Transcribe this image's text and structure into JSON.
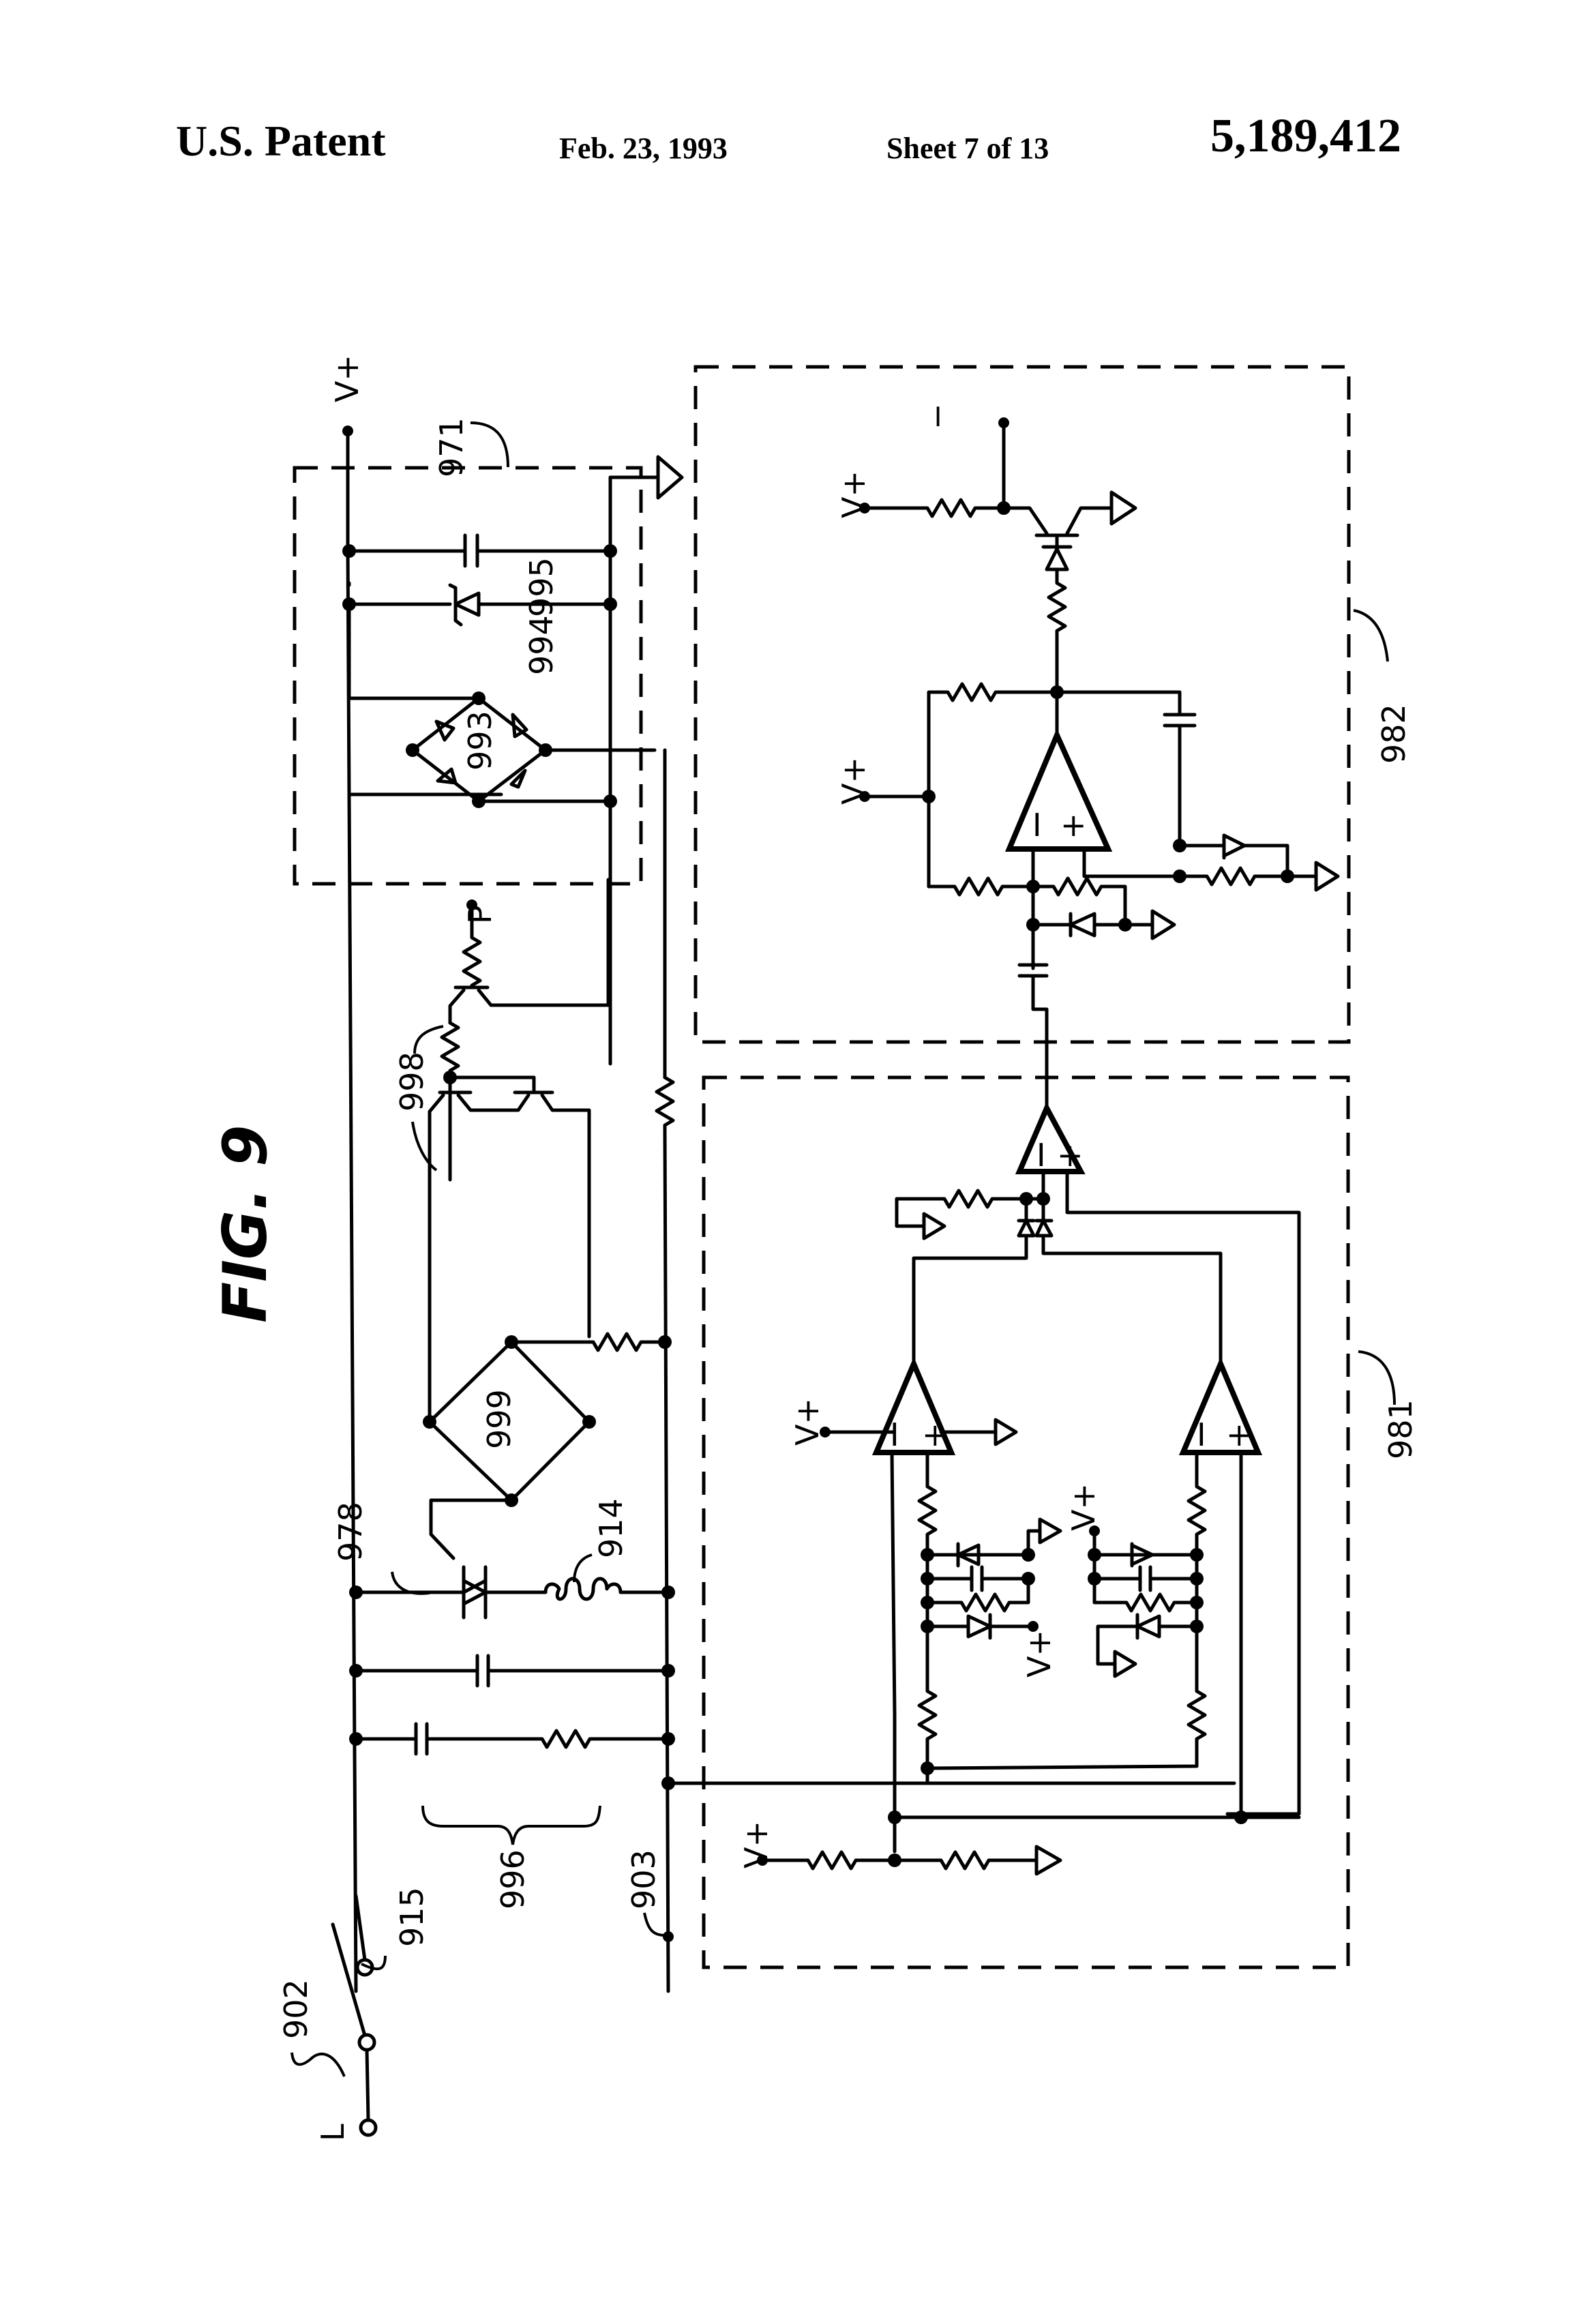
{
  "header": {
    "publisher": "U.S. Patent",
    "date": "Feb. 23, 1993",
    "sheet": "Sheet 7 of 13",
    "patent_number": "5,189,412"
  },
  "figure": {
    "title": "FIG. 9",
    "blocks": [
      {
        "ref": "971",
        "description": "power supply block (bridge rectifier, zener, capacitor)"
      },
      {
        "ref": "981",
        "description": "comparator / window detector block"
      },
      {
        "ref": "982",
        "description": "amplifier / output driver block"
      }
    ],
    "component_refs": {
      "switch": "902",
      "line_terminal": "903",
      "inductor": "914",
      "switch_contact": "915",
      "triac": "978",
      "bridge_rectifier_supply": "993",
      "zener": "994",
      "capacitor": "995",
      "snubber": "996",
      "transistor_pair": "998",
      "bridge_rectifier_gate": "999"
    },
    "terminal_labels": {
      "line": "L",
      "supply": "V+",
      "p_terminal": "P",
      "minus": "−"
    },
    "opamp_signs": {
      "inverting": "I",
      "noninverting": "+"
    }
  }
}
